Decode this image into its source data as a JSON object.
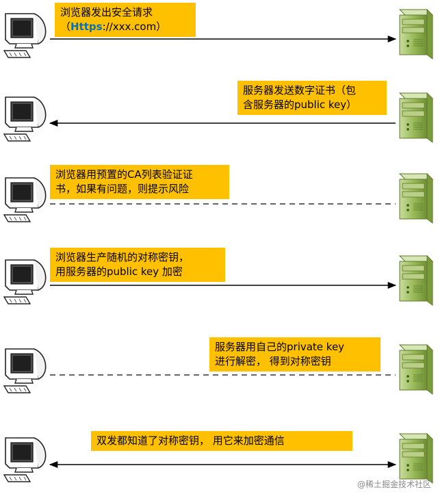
{
  "colors": {
    "note_bg": "#ffc000",
    "line": "#000000",
    "dashed_line": "#333333",
    "server_green": "#9bbb59",
    "url_blue": "#0070c0"
  },
  "steps": [
    {
      "name": "step-browser-request",
      "line_style": "solid",
      "direction": "to-server",
      "text_line1": "浏览器发出安全请求",
      "text_line2_prefix": "（",
      "text_line2_link": "Https",
      "text_line2_suffix": "://xxx.com）"
    },
    {
      "name": "step-server-certificate",
      "line_style": "solid",
      "direction": "to-browser",
      "text": "服务器发送数字证书（包\n含服务器的public key）"
    },
    {
      "name": "step-ca-verify",
      "line_style": "dashed",
      "direction": "none",
      "text": "浏览器用预置的CA列表验证证\n书，如果有问题，则提示风险"
    },
    {
      "name": "step-symmetric-key",
      "line_style": "solid",
      "direction": "to-server",
      "text": "浏览器生产随机的对称密钥，\n用服务器的public key 加密"
    },
    {
      "name": "step-server-decrypt",
      "line_style": "dashed",
      "direction": "none",
      "text": "服务器用自己的private key\n进行解密， 得到对称密钥"
    },
    {
      "name": "step-encrypted-communication",
      "line_style": "solid",
      "direction": "both",
      "text": "双发都知道了对称密钥， 用它来加密通信"
    }
  ],
  "watermark": "@稀土掘金技术社区"
}
